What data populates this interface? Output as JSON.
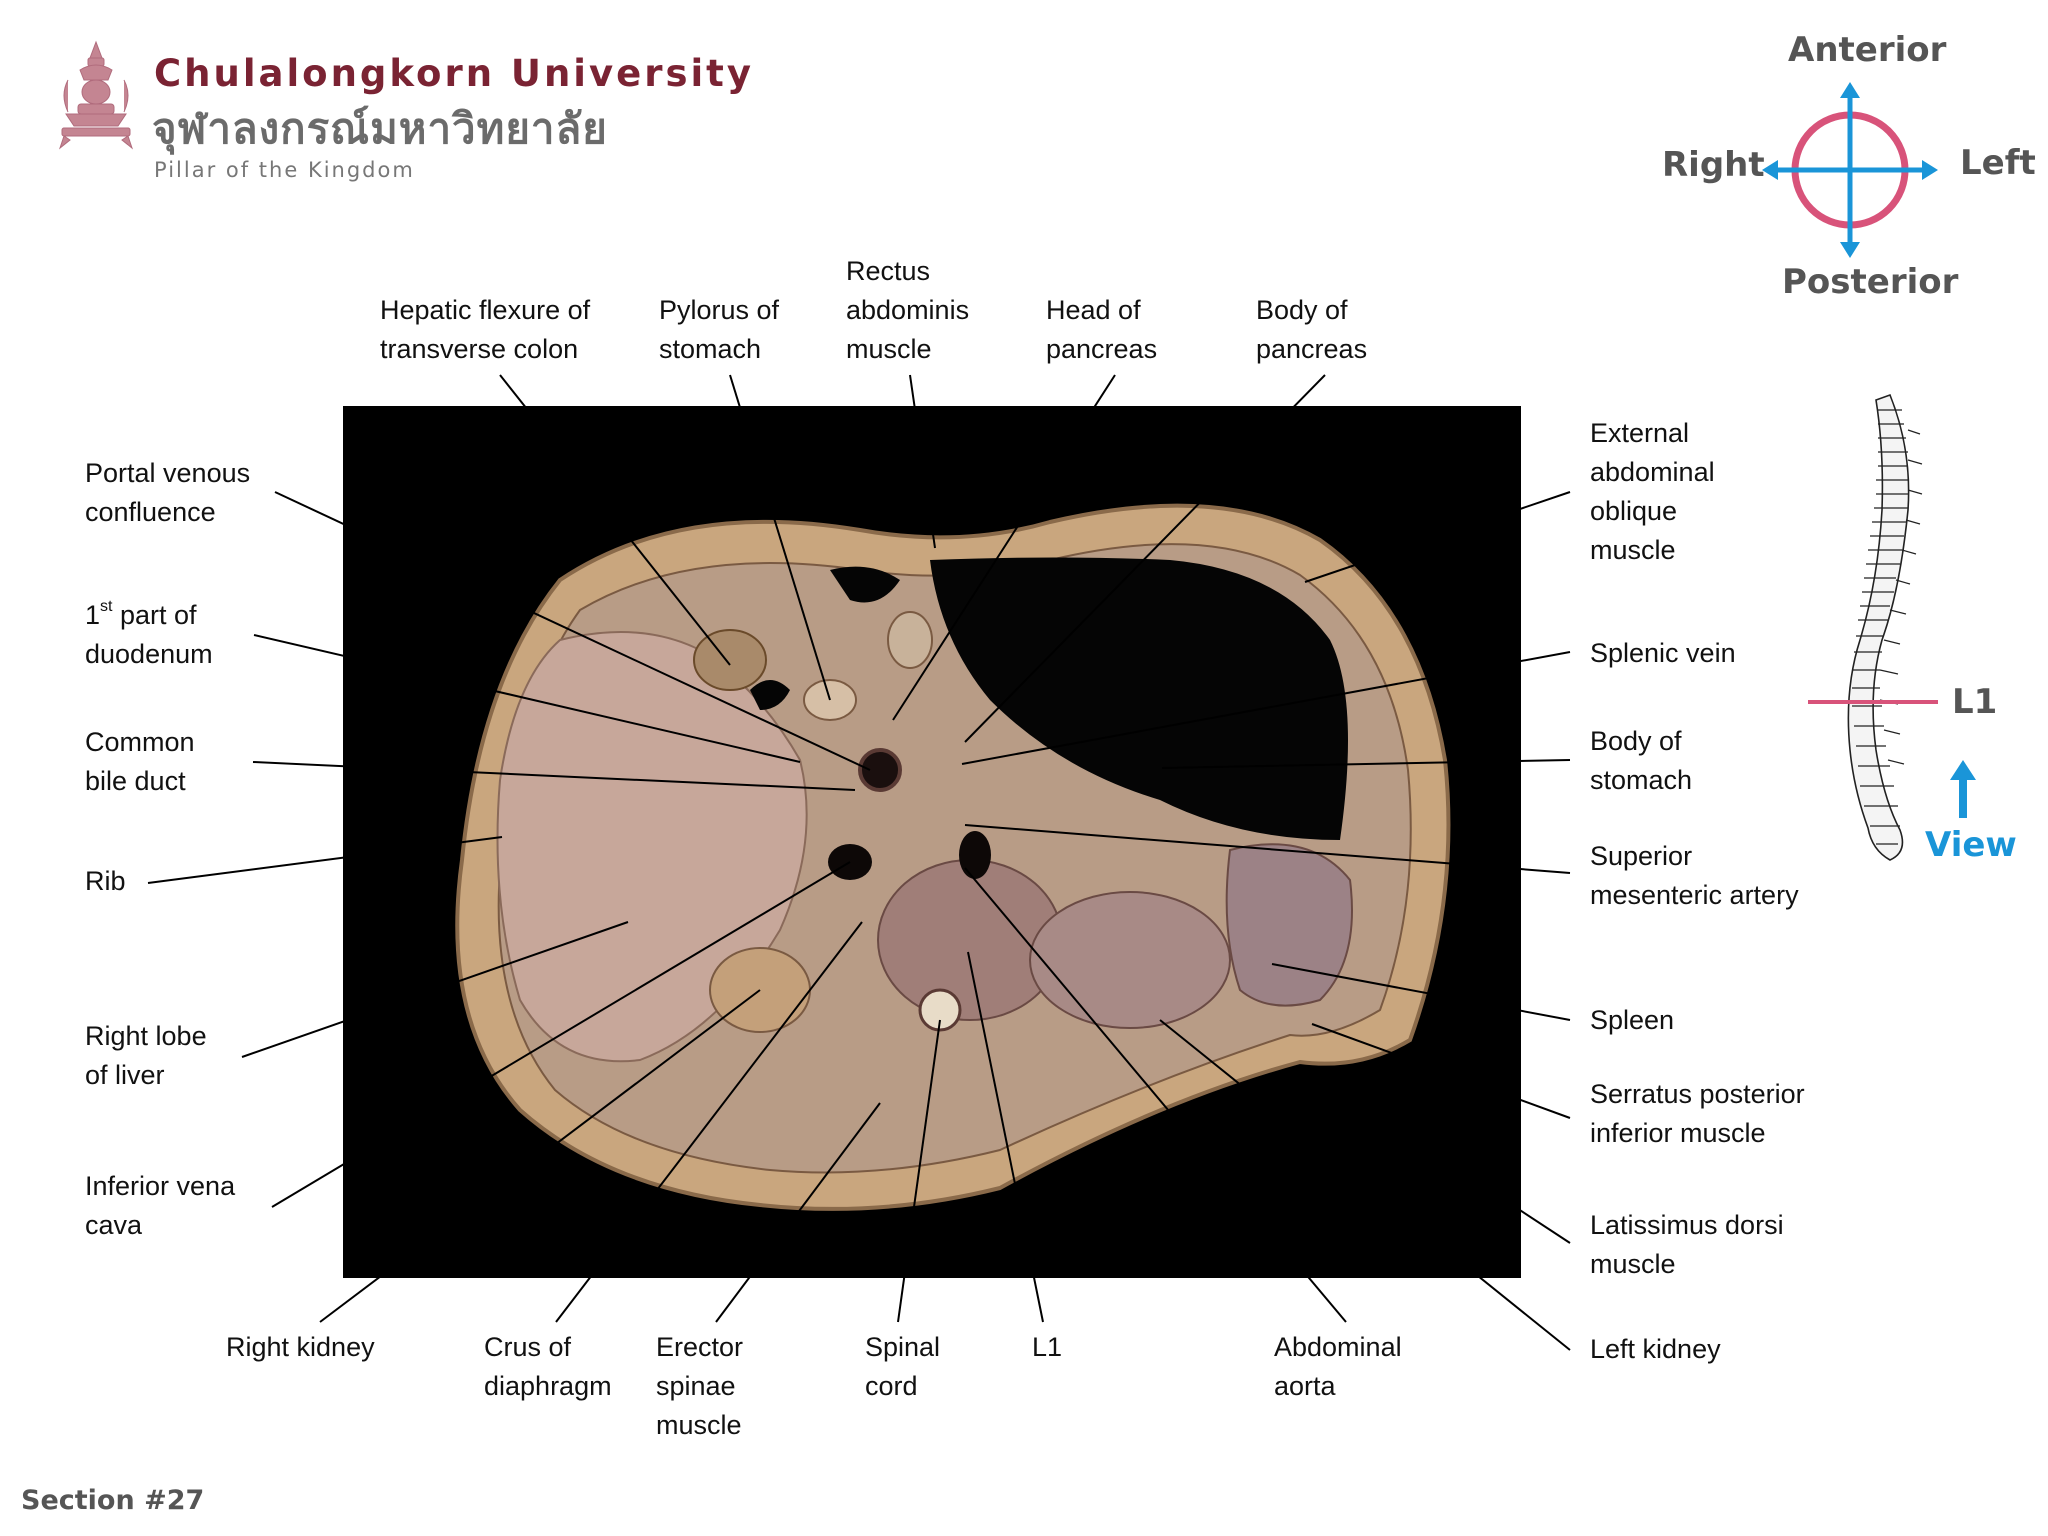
{
  "header": {
    "university_en": "Chulalongkorn University",
    "university_th": "จุฬาลงกรณ์มหาวิทยาลัย",
    "tagline": "Pillar of the Kingdom"
  },
  "orientation": {
    "anterior": "Anterior",
    "posterior": "Posterior",
    "right": "Right",
    "left": "Left",
    "colors": {
      "arrows": "#1a95d8",
      "circle": "#d8537a"
    }
  },
  "spine_inset": {
    "level": "L1",
    "view_label": "View",
    "level_line_color": "#d8537a"
  },
  "labels": {
    "hepatic_flexure": [
      "Hepatic flexure of",
      "transverse colon"
    ],
    "pylorus": [
      "Pylorus of",
      "stomach"
    ],
    "rectus": [
      "Rectus",
      "abdominis",
      "muscle"
    ],
    "head_pancreas": [
      "Head of",
      "pancreas"
    ],
    "body_pancreas": [
      "Body of",
      "pancreas"
    ],
    "portal": [
      "Portal venous",
      "confluence"
    ],
    "duodenum": {
      "pre": "1",
      "sup": "st",
      "post": " part of",
      "line2": "duodenum"
    },
    "bile_duct": [
      "Common",
      "bile duct"
    ],
    "rib": [
      "Rib"
    ],
    "right_lobe": [
      "Right lobe",
      "of liver"
    ],
    "ivc": [
      "Inferior vena",
      "cava"
    ],
    "right_kidney": [
      "Right kidney"
    ],
    "crus": [
      "Crus of",
      "diaphragm"
    ],
    "erector": [
      "Erector",
      "spinae",
      "muscle"
    ],
    "spinal_cord": [
      "Spinal",
      "cord"
    ],
    "l1": [
      "L1"
    ],
    "aorta": [
      "Abdominal",
      "aorta"
    ],
    "ext_oblique": [
      "External",
      "abdominal",
      "oblique",
      "muscle"
    ],
    "splenic_vein": [
      "Splenic vein"
    ],
    "body_stomach": [
      "Body of",
      "stomach"
    ],
    "sma": [
      "Superior",
      "mesenteric artery"
    ],
    "spleen": [
      "Spleen"
    ],
    "serratus": [
      "Serratus posterior",
      "inferior muscle"
    ],
    "latissimus": [
      "Latissimus dorsi",
      "muscle"
    ],
    "left_kidney": [
      "Left kidney"
    ]
  },
  "footer": {
    "section": "Section #27"
  }
}
